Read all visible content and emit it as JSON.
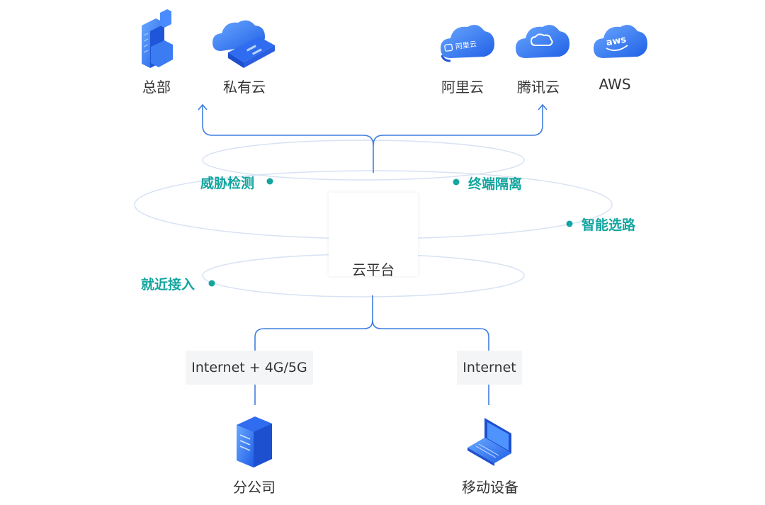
{
  "top_nodes": [
    {
      "id": "hq",
      "label": "总部",
      "icon": "building-icon"
    },
    {
      "id": "private",
      "label": "私有云",
      "icon": "private-cloud-server-icon"
    },
    {
      "id": "aliyun",
      "label": "阿里云",
      "icon": "aliyun-cloud-icon",
      "icon_text": "阿里云"
    },
    {
      "id": "tencent",
      "label": "腾讯云",
      "icon": "tencent-cloud-icon"
    },
    {
      "id": "aws",
      "label": "AWS",
      "icon": "aws-cloud-icon",
      "icon_text": "aws"
    }
  ],
  "center": {
    "label": "云平台",
    "icon": "globe-icon"
  },
  "features": {
    "threat": "威胁检测",
    "isolation": "终端隔离",
    "routing": "智能选路",
    "access": "就近接入"
  },
  "connections": {
    "left": "Internet + 4G/5G",
    "right": "Internet"
  },
  "bottom_nodes": [
    {
      "id": "branch",
      "label": "分公司",
      "icon": "server-tower-icon"
    },
    {
      "id": "mobile",
      "label": "移动设备",
      "icon": "laptop-icon"
    }
  ],
  "colors": {
    "line": "#3f7fe0",
    "ring": "#d7e2f3",
    "feature_text": "#14a5a0",
    "feature_dot": "#14a5a0",
    "icon_blue": "#2b6ef0",
    "icon_light": "#5b9cff"
  }
}
